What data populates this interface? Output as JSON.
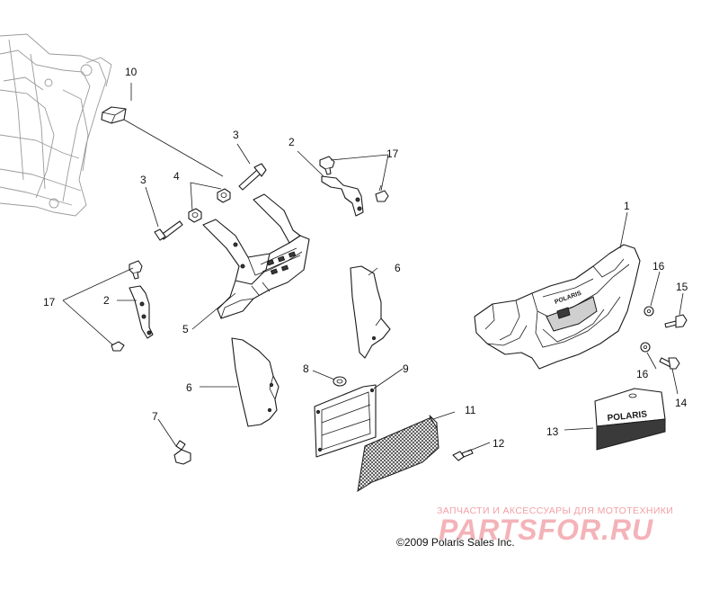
{
  "callouts": {
    "c10": "10",
    "c3a": "3",
    "c3b": "3",
    "c4": "4",
    "c2a": "2",
    "c2b": "2",
    "c17a": "17",
    "c17b": "17",
    "c5": "5",
    "c6a": "6",
    "c6b": "6",
    "c7": "7",
    "c8": "8",
    "c9": "9",
    "c11": "11",
    "c12": "12",
    "c1": "1",
    "c16a": "16",
    "c16b": "16",
    "c15": "15",
    "c14": "14",
    "c13": "13"
  },
  "footer": {
    "copyright": "©2009 Polaris Sales Inc."
  },
  "watermark": {
    "tagline": "ЗАПЧАСТИ И АКСЕССУАРЫ ДЛЯ МОТОТЕХНИКИ",
    "logo": "PARTSFOR.RU"
  },
  "labels": {
    "grille_brand": "POLARIS",
    "bumper_brand": "POLARIS"
  },
  "colors": {
    "line": "#1a1a1a",
    "watermark": "#f4b3b8"
  }
}
